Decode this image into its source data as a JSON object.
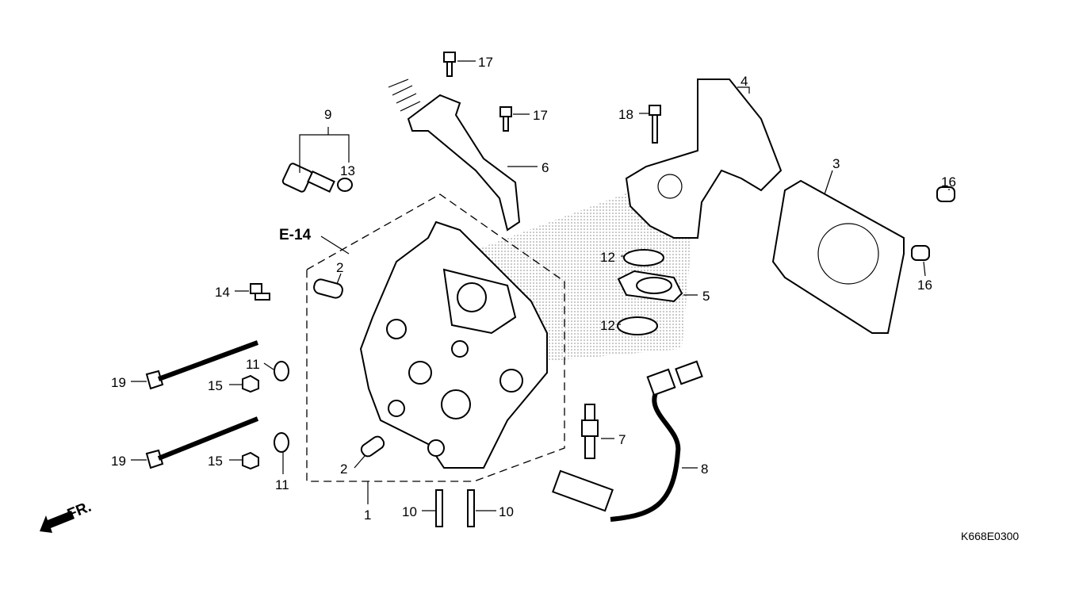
{
  "diagram": {
    "reference_code": "K668E0300",
    "section_ref": "E-14",
    "front_indicator": "FR.",
    "callouts": [
      "17",
      "17",
      "9",
      "13",
      "6",
      "4",
      "18",
      "3",
      "16",
      "16",
      "2",
      "14",
      "12",
      "5",
      "12",
      "11",
      "19",
      "15",
      "7",
      "8",
      "19",
      "15",
      "11",
      "2",
      "1",
      "10",
      "10"
    ]
  }
}
